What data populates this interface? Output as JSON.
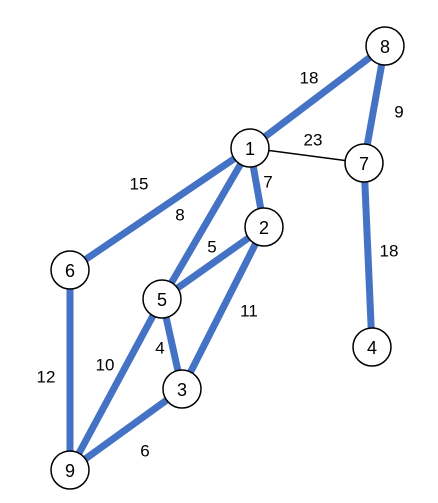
{
  "colors": {
    "tree_edge": "#4472c4",
    "plain_edge": "#000000",
    "node_stroke": "#000000",
    "node_fill": "#ffffff"
  },
  "graph": {
    "nodes": [
      {
        "id": "1",
        "label": "1"
      },
      {
        "id": "2",
        "label": "2"
      },
      {
        "id": "3",
        "label": "3"
      },
      {
        "id": "4",
        "label": "4"
      },
      {
        "id": "5",
        "label": "5"
      },
      {
        "id": "6",
        "label": "6"
      },
      {
        "id": "7",
        "label": "7"
      },
      {
        "id": "8",
        "label": "8"
      },
      {
        "id": "9",
        "label": "9"
      }
    ],
    "edges": [
      {
        "from": "8",
        "to": "1",
        "weight": "18",
        "highlighted": true
      },
      {
        "from": "8",
        "to": "7",
        "weight": "9",
        "highlighted": true
      },
      {
        "from": "1",
        "to": "7",
        "weight": "23",
        "highlighted": false
      },
      {
        "from": "1",
        "to": "6",
        "weight": "15",
        "highlighted": true
      },
      {
        "from": "1",
        "to": "2",
        "weight": "7",
        "highlighted": true
      },
      {
        "from": "1",
        "to": "5",
        "weight": "8",
        "highlighted": true
      },
      {
        "from": "2",
        "to": "5",
        "weight": "5",
        "highlighted": true
      },
      {
        "from": "2",
        "to": "3",
        "weight": "11",
        "highlighted": true
      },
      {
        "from": "7",
        "to": "4",
        "weight": "18",
        "highlighted": true
      },
      {
        "from": "6",
        "to": "9",
        "weight": "12",
        "highlighted": true
      },
      {
        "from": "5",
        "to": "9",
        "weight": "10",
        "highlighted": true
      },
      {
        "from": "5",
        "to": "3",
        "weight": "4",
        "highlighted": true
      },
      {
        "from": "3",
        "to": "9",
        "weight": "6",
        "highlighted": true
      }
    ]
  }
}
